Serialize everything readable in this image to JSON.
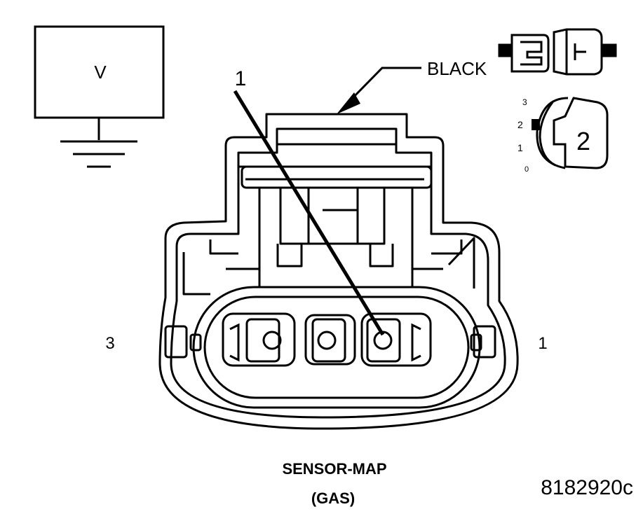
{
  "voltmeter": {
    "symbol": "V"
  },
  "callout": {
    "pin_number": "1"
  },
  "connector": {
    "color_label": "BLACK",
    "left_cavity_label": "3",
    "right_cavity_label": "1"
  },
  "probe_legend": {
    "scale_3": "3",
    "scale_2": "2",
    "scale_1": "1",
    "scale_0": "0",
    "selected_size": "2"
  },
  "title": {
    "line1": "SENSOR-MAP",
    "line2": "(GAS)"
  },
  "figure_id": "8182920c",
  "colors": {
    "ink": "#000000",
    "paper": "#ffffff"
  }
}
